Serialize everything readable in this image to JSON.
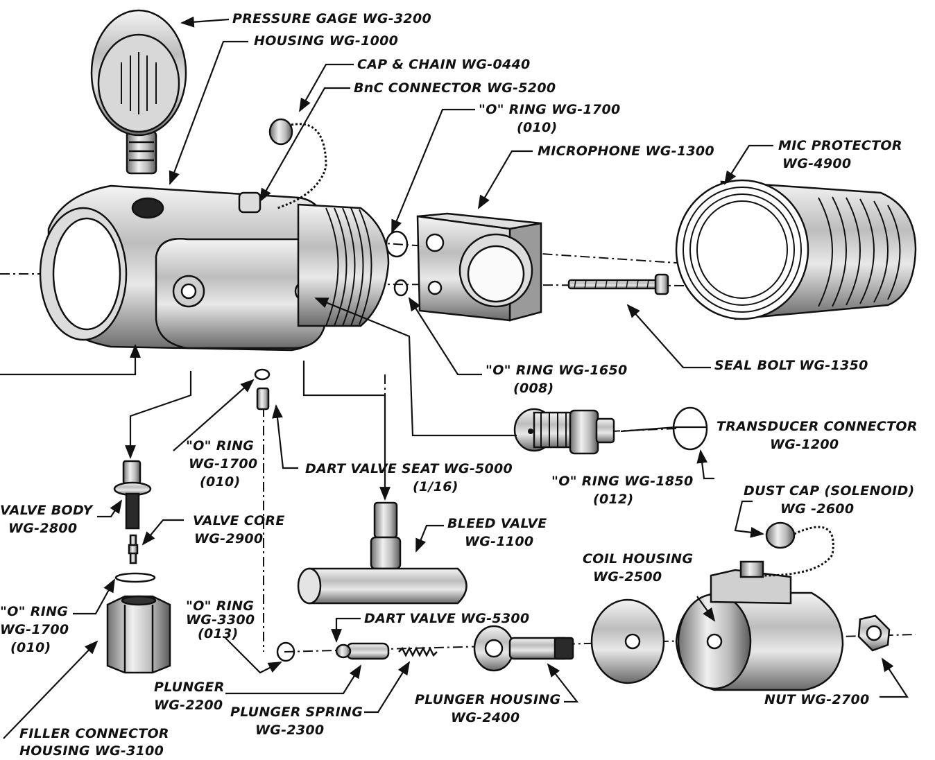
{
  "labels": [
    {
      "id": "pressure-gage",
      "lines": [
        "PRESSURE  GAGE  WG-3200"
      ]
    },
    {
      "id": "housing",
      "lines": [
        "HOUSING  WG-1000"
      ]
    },
    {
      "id": "cap-and-chain",
      "lines": [
        "CAP &  CHAIN  WG-0440"
      ]
    },
    {
      "id": "bnc-connector",
      "lines": [
        "BnC CONNECTOR  WG-5200"
      ]
    },
    {
      "id": "o-ring-1700-top",
      "lines": [
        "\"O\" RING  WG-1700",
        "(010)"
      ]
    },
    {
      "id": "microphone",
      "lines": [
        "MICROPHONE  WG-1300"
      ]
    },
    {
      "id": "mic-protector",
      "lines": [
        "MIC PROTECTOR",
        "WG-4900"
      ]
    },
    {
      "id": "o-ring-1650",
      "lines": [
        "\"O\" RING  WG-1650",
        "(008)"
      ]
    },
    {
      "id": "seal-bolt",
      "lines": [
        "SEAL BOLT  WG-1350"
      ]
    },
    {
      "id": "transducer-connector",
      "lines": [
        "TRANSDUCER CONNECTOR",
        "WG-1200"
      ]
    },
    {
      "id": "o-ring-1850",
      "lines": [
        "\"O\" RING WG-1850",
        "(012)"
      ]
    },
    {
      "id": "o-ring-1700-mid",
      "lines": [
        "\"O\" RING",
        "WG-1700",
        "(010)"
      ]
    },
    {
      "id": "dart-valve-seat",
      "lines": [
        "DART VALVE SEAT  WG-5000",
        "(1/16)"
      ]
    },
    {
      "id": "dust-cap",
      "lines": [
        "DUST CAP (SOLENOID)",
        "WG -2600"
      ]
    },
    {
      "id": "valve-body",
      "lines": [
        "VALVE BODY",
        "WG-2800"
      ]
    },
    {
      "id": "valve-core",
      "lines": [
        "VALVE CORE",
        "WG-2900"
      ]
    },
    {
      "id": "bleed-valve",
      "lines": [
        "BLEED  VALVE",
        "WG-1100"
      ]
    },
    {
      "id": "coil-housing",
      "lines": [
        "COIL HOUSING",
        "WG-2500"
      ]
    },
    {
      "id": "o-ring-1700-left",
      "lines": [
        "\"O\" RING",
        "WG-1700",
        "(010)"
      ]
    },
    {
      "id": "o-ring-3300",
      "lines": [
        "\"O\" RING",
        "WG-3300",
        "(013)"
      ]
    },
    {
      "id": "dart-valve",
      "lines": [
        "DART  VALVE  WG-5300"
      ]
    },
    {
      "id": "plunger",
      "lines": [
        "PLUNGER",
        "WG-2200"
      ]
    },
    {
      "id": "plunger-spring",
      "lines": [
        "PLUNGER SPRING",
        "WG-2300"
      ]
    },
    {
      "id": "plunger-housing",
      "lines": [
        "PLUNGER HOUSING",
        "WG-2400"
      ]
    },
    {
      "id": "nut",
      "lines": [
        "NUT  WG-2700"
      ]
    },
    {
      "id": "filler-connector",
      "lines": [
        "FILLER CONNECTOR",
        "HOUSING  WG-3100"
      ]
    }
  ]
}
